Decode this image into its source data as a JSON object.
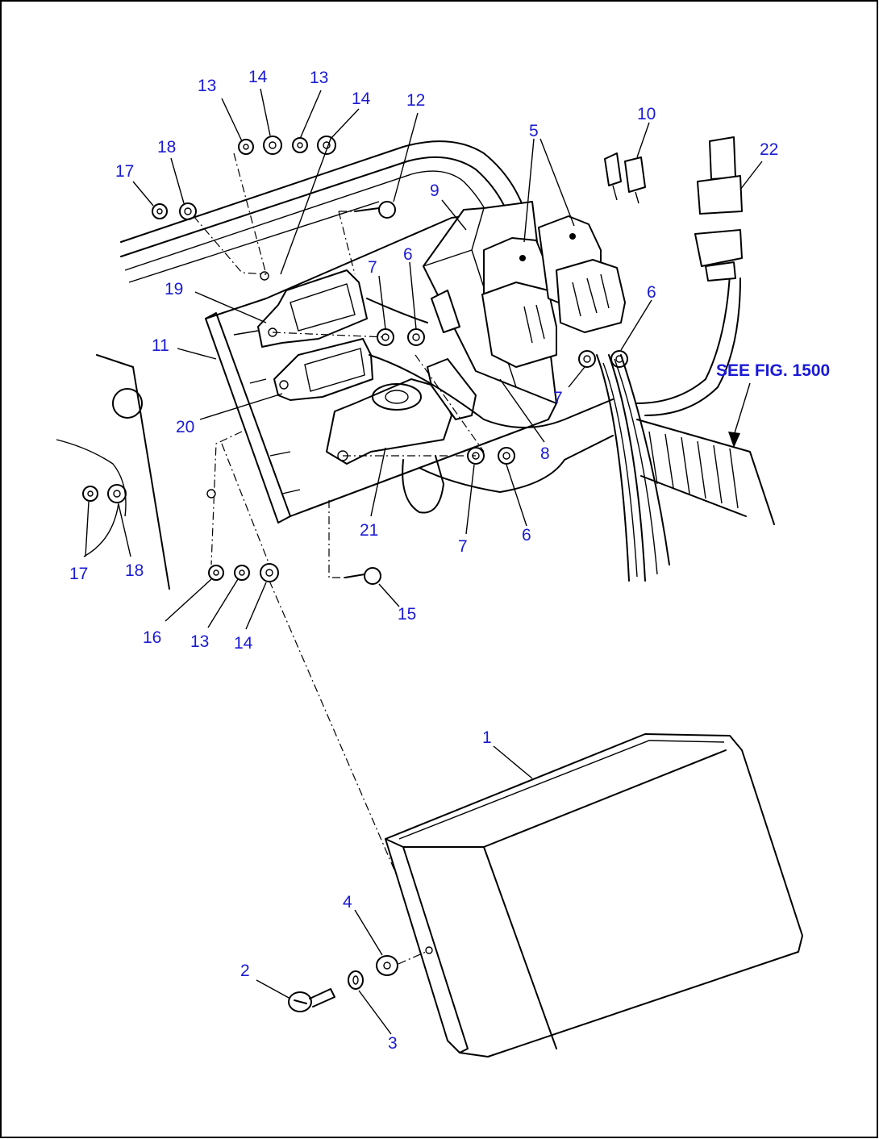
{
  "diagram": {
    "callouts": [
      {
        "id": "c1",
        "label": "1"
      },
      {
        "id": "c2",
        "label": "2"
      },
      {
        "id": "c3",
        "label": "3"
      },
      {
        "id": "c4",
        "label": "4"
      },
      {
        "id": "c5",
        "label": "5"
      },
      {
        "id": "c6a",
        "label": "6"
      },
      {
        "id": "c6b",
        "label": "6"
      },
      {
        "id": "c6c",
        "label": "6"
      },
      {
        "id": "c7a",
        "label": "7"
      },
      {
        "id": "c7b",
        "label": "7"
      },
      {
        "id": "c7c",
        "label": "7"
      },
      {
        "id": "c8",
        "label": "8"
      },
      {
        "id": "c9",
        "label": "9"
      },
      {
        "id": "c10",
        "label": "10"
      },
      {
        "id": "c11",
        "label": "11"
      },
      {
        "id": "c12",
        "label": "12"
      },
      {
        "id": "c13a",
        "label": "13"
      },
      {
        "id": "c13b",
        "label": "13"
      },
      {
        "id": "c13c",
        "label": "13"
      },
      {
        "id": "c14a",
        "label": "14"
      },
      {
        "id": "c14b",
        "label": "14"
      },
      {
        "id": "c14c",
        "label": "14"
      },
      {
        "id": "c15",
        "label": "15"
      },
      {
        "id": "c16",
        "label": "16"
      },
      {
        "id": "c17a",
        "label": "17"
      },
      {
        "id": "c17b",
        "label": "17"
      },
      {
        "id": "c18a",
        "label": "18"
      },
      {
        "id": "c18b",
        "label": "18"
      },
      {
        "id": "c19",
        "label": "19"
      },
      {
        "id": "c20",
        "label": "20"
      },
      {
        "id": "c21",
        "label": "21"
      },
      {
        "id": "c22",
        "label": "22"
      }
    ],
    "reference_note": "SEE FIG. 1500",
    "colors": {
      "callout": "#1a1ad6",
      "line": "#000000",
      "background": "#ffffff"
    }
  }
}
